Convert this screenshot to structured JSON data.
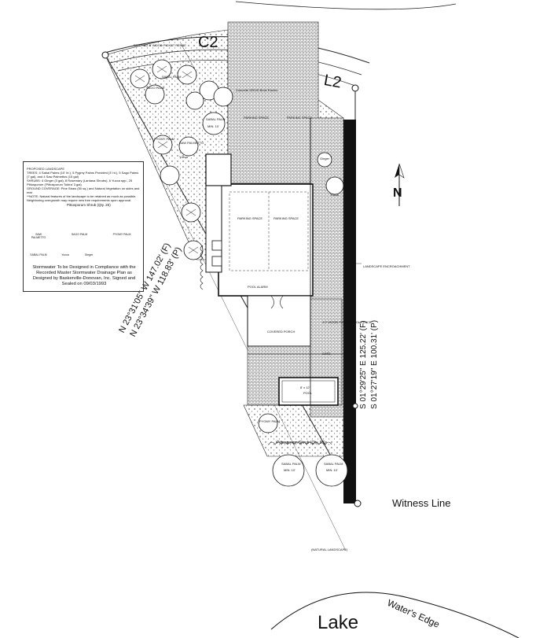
{
  "labels": {
    "curve": "C2",
    "line": "L2",
    "witness_line": "Witness Line",
    "lake": "Lake",
    "waters_edge": "Water's Edge",
    "north": "N",
    "bearing_west_deeded": "N 23°31'05\" W 147.02' (F)",
    "bearing_west_plat": "N 23°34'39\" W 118.83' (P)",
    "bearing_east_deeded": "S 01°29'25\" E 125.22' (F)",
    "bearing_east_plat": "S 01°27'19\" E 100.31' (P)"
  },
  "notes": {
    "existing_fence": "EXISTING 5' WOOD PICKET FENCE",
    "parking_space": "PARKING SPACE",
    "concrete_drive": "Concrete DRIVE Brick Pavers",
    "pool_alarm": "POOL ALARM",
    "covered_porch": "COVERED PORCH",
    "pool_size": "8' x 12'",
    "pool": "POOL",
    "pool_fence": "4.0' WOOD PICKET POOL FENCE",
    "gate": "GATE",
    "landscape_encroachment": "LANDSCAPE ENCROACHMENT",
    "natural_landscape": "(NATURAL LANDSCAPE)",
    "pittosporum_10": "Pittosporum Shrub (Qty. 10)",
    "pittosporum_25": "Pittosporum Shrub (Qty. 25)"
  },
  "plants": {
    "sabal_palm": "SABAL PALM",
    "sago_palm": "SAGO PALM",
    "saw_palmetto": "SAW PALMETTO",
    "pygmy_palm": "PYGMY PALM",
    "yucca": "Yucca",
    "ginger": "Ginger",
    "min_height": "MIN. 10'"
  },
  "legend": {
    "proposed": "PROPOSED LANDSCAPE",
    "trees": "TREES: 4 Sabal Palms (10' ht.), 5 Pygmy Palms Provided (3' ht.), 5 Sago Palms (7 gal), and 4 Saw Palmettos (15 gal)",
    "shrubs": "SHRUBS: 4 Ginger (3 gal), 8 Rosemary (Lantana Shrubs), 6 Yucca spp., 25 Pittosporum ('Pittosporum Tobira' 3 gal)",
    "ground_cover": "GROUND COVERAGE: Pine Straw (50 sq.) and Natural Vegetation on sides and rear",
    "notice": "**NOTE: Natural features of the landscape to be retained as much as possible. Neighboring overgrowth may require new tree requirements upon approval.",
    "stormwater": "Stormwater To be Designed in Compliance with the Recorded Master Stormwater Drainage Plan as Designed by Baskerville-Donovan, Inc. Signed and Sealed on 09/03/1993"
  }
}
